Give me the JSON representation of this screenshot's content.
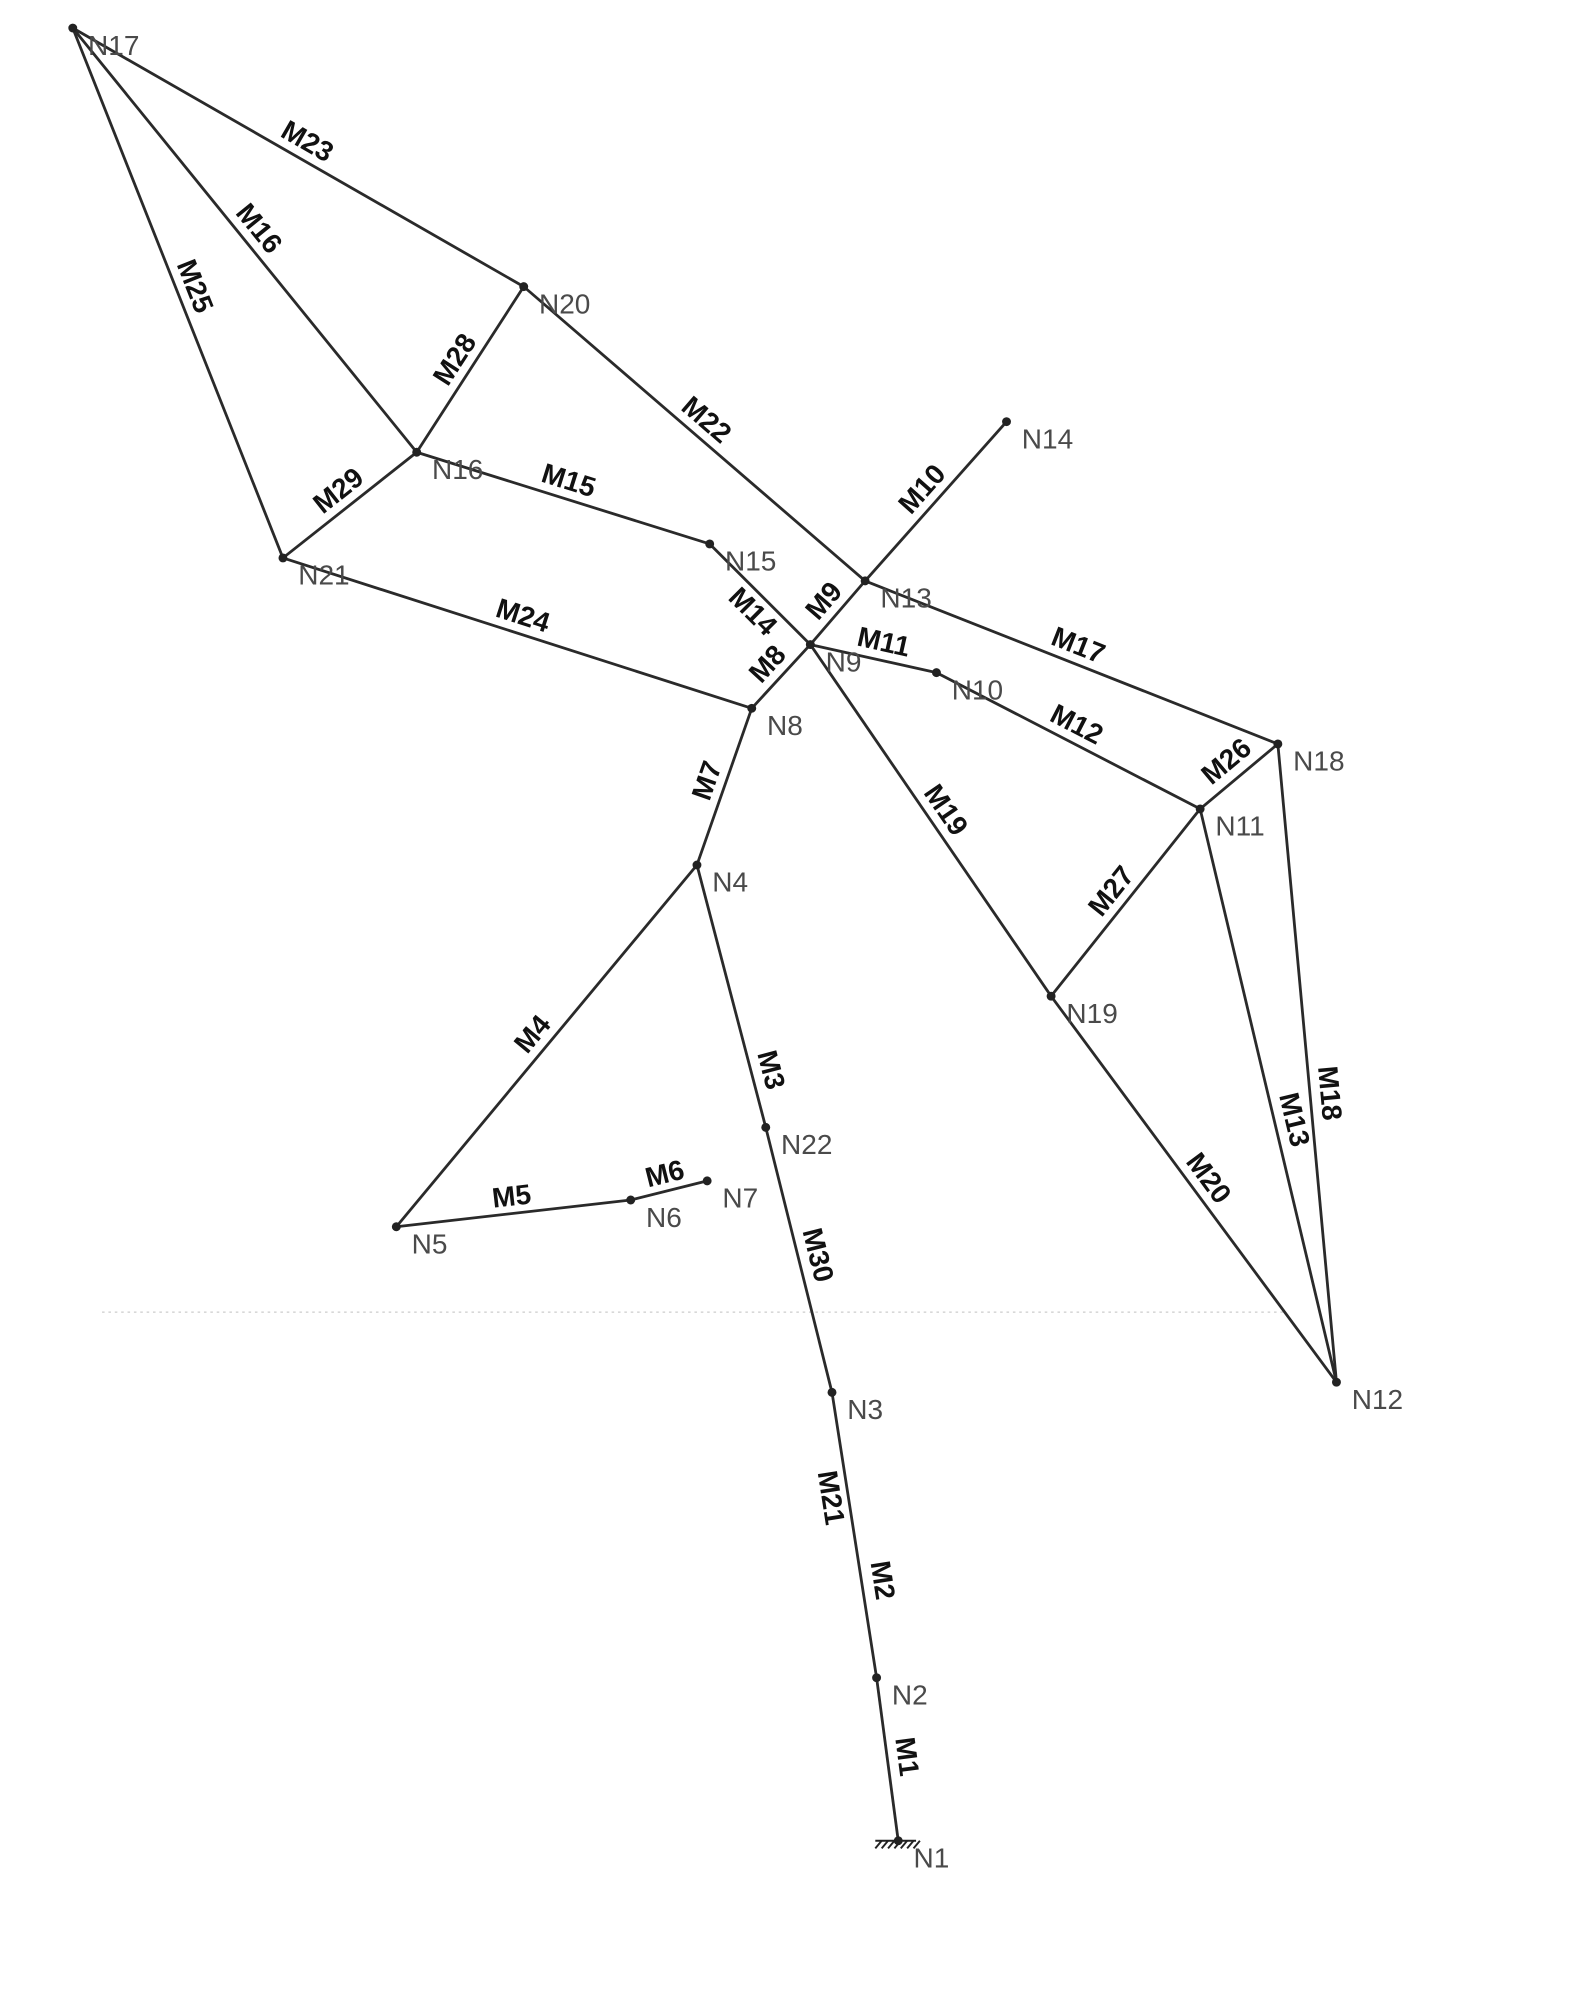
{
  "diagram": {
    "type": "structural-frame-model",
    "support_node": "N1",
    "nodes": [
      "N1",
      "N2",
      "N3",
      "N4",
      "N5",
      "N6",
      "N7",
      "N8",
      "N9",
      "N10",
      "N11",
      "N12",
      "N13",
      "N14",
      "N15",
      "N16",
      "N17",
      "N18",
      "N19",
      "N20",
      "N21",
      "N22"
    ],
    "members": [
      {
        "name": "M1",
        "from": "N1",
        "to": "N2"
      },
      {
        "name": "M2",
        "from": "N2",
        "to": "N3"
      },
      {
        "name": "M21",
        "from": "N2",
        "to": "N3"
      },
      {
        "name": "M3",
        "from": "N4",
        "to": "N22"
      },
      {
        "name": "M30",
        "from": "N22",
        "to": "N3"
      },
      {
        "name": "M4",
        "from": "N4",
        "to": "N5"
      },
      {
        "name": "M5",
        "from": "N5",
        "to": "N6"
      },
      {
        "name": "M6",
        "from": "N6",
        "to": "N7"
      },
      {
        "name": "M7",
        "from": "N4",
        "to": "N8"
      },
      {
        "name": "M8",
        "from": "N8",
        "to": "N9"
      },
      {
        "name": "M9",
        "from": "N9",
        "to": "N13"
      },
      {
        "name": "M10",
        "from": "N13",
        "to": "N14"
      },
      {
        "name": "M11",
        "from": "N9",
        "to": "N10"
      },
      {
        "name": "M12",
        "from": "N10",
        "to": "N11"
      },
      {
        "name": "M13",
        "from": "N11",
        "to": "N12"
      },
      {
        "name": "M14",
        "from": "N9",
        "to": "N15"
      },
      {
        "name": "M15",
        "from": "N16",
        "to": "N15"
      },
      {
        "name": "M16",
        "from": "N17",
        "to": "N16"
      },
      {
        "name": "M17",
        "from": "N13",
        "to": "N18"
      },
      {
        "name": "M18",
        "from": "N18",
        "to": "N12"
      },
      {
        "name": "M19",
        "from": "N9",
        "to": "N19"
      },
      {
        "name": "M20",
        "from": "N19",
        "to": "N12"
      },
      {
        "name": "M22",
        "from": "N20",
        "to": "N13"
      },
      {
        "name": "M23",
        "from": "N17",
        "to": "N20"
      },
      {
        "name": "M24",
        "from": "N21",
        "to": "N8"
      },
      {
        "name": "M25",
        "from": "N17",
        "to": "N21"
      },
      {
        "name": "M26",
        "from": "N11",
        "to": "N18"
      },
      {
        "name": "M27",
        "from": "N19",
        "to": "N11"
      },
      {
        "name": "M28",
        "from": "N16",
        "to": "N20"
      },
      {
        "name": "M29",
        "from": "N21",
        "to": "N16"
      }
    ]
  }
}
